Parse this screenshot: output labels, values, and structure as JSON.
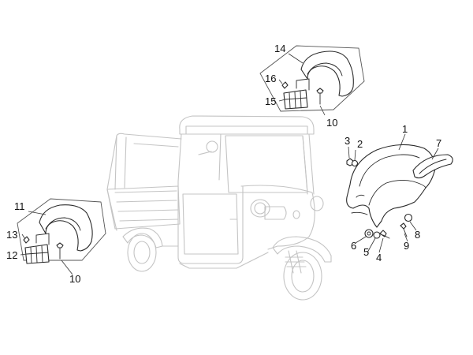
{
  "diagram": {
    "callouts": [
      {
        "id": "c1",
        "label": "1"
      },
      {
        "id": "c2",
        "label": "2"
      },
      {
        "id": "c3",
        "label": "3"
      },
      {
        "id": "c4",
        "label": "4"
      },
      {
        "id": "c5",
        "label": "5"
      },
      {
        "id": "c6",
        "label": "6"
      },
      {
        "id": "c7",
        "label": "7"
      },
      {
        "id": "c8",
        "label": "8"
      },
      {
        "id": "c9",
        "label": "9"
      },
      {
        "id": "c10a",
        "label": "10"
      },
      {
        "id": "c10b",
        "label": "10"
      },
      {
        "id": "c11",
        "label": "11"
      },
      {
        "id": "c12",
        "label": "12"
      },
      {
        "id": "c13",
        "label": "13"
      },
      {
        "id": "c14",
        "label": "14"
      },
      {
        "id": "c15",
        "label": "15"
      },
      {
        "id": "c16",
        "label": "16"
      }
    ],
    "colors": {
      "line": "#2a2a2a",
      "ghost_vehicle": "#c4c4c4",
      "text": "#111111"
    }
  }
}
